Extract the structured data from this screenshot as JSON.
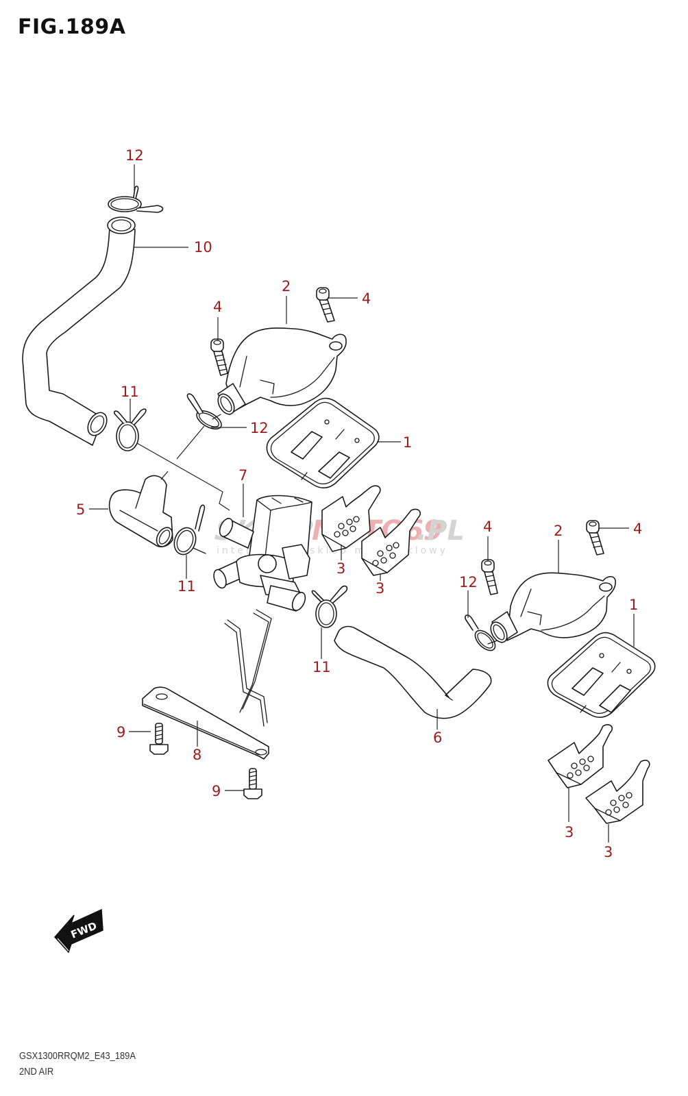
{
  "figure": {
    "title": "FIG.189A",
    "model_code": "GSX1300RRQM2_E43_189A",
    "section_name": "2ND AIR"
  },
  "direction_badge": {
    "label": "FWD",
    "icon": "forward-arrow-icon"
  },
  "watermark": {
    "brand_gray": "SKLEP",
    "brand_red": "MOTO69",
    "brand_suffix": ".PL",
    "tagline": "internetowy sklep motocyklowy",
    "color_gray": "#c8c8c8",
    "color_red": "#e79a9a"
  },
  "colors": {
    "callout": "#a11a1a",
    "line_art": "#1a1a1a"
  },
  "callouts": [
    {
      "id": "c12a",
      "label": "12"
    },
    {
      "id": "c10",
      "label": "10"
    },
    {
      "id": "c4a",
      "label": "4"
    },
    {
      "id": "c2a",
      "label": "2"
    },
    {
      "id": "c4b",
      "label": "4"
    },
    {
      "id": "c11a",
      "label": "11"
    },
    {
      "id": "c12b",
      "label": "12"
    },
    {
      "id": "c1a",
      "label": "1"
    },
    {
      "id": "c7",
      "label": "7"
    },
    {
      "id": "c5",
      "label": "5"
    },
    {
      "id": "c3a",
      "label": "3"
    },
    {
      "id": "c3b",
      "label": "3"
    },
    {
      "id": "c11b",
      "label": "11"
    },
    {
      "id": "c4c",
      "label": "4"
    },
    {
      "id": "c2b",
      "label": "2"
    },
    {
      "id": "c4d",
      "label": "4"
    },
    {
      "id": "c12c",
      "label": "12"
    },
    {
      "id": "c1b",
      "label": "1"
    },
    {
      "id": "c11c",
      "label": "11"
    },
    {
      "id": "c9a",
      "label": "9"
    },
    {
      "id": "c8",
      "label": "8"
    },
    {
      "id": "c6",
      "label": "6"
    },
    {
      "id": "c9b",
      "label": "9"
    },
    {
      "id": "c3c",
      "label": "3"
    },
    {
      "id": "c3d",
      "label": "3"
    }
  ]
}
